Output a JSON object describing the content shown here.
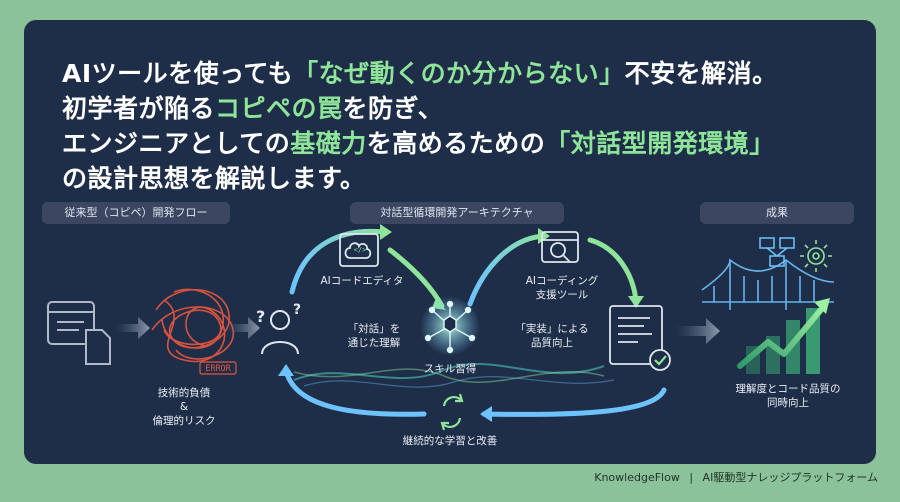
{
  "headline": {
    "line1_a": "AIツールを使っても",
    "line1_hl": "「なぜ動くのか分からない」",
    "line1_b": "不安を解消。",
    "line2_a": "初学者が陥る",
    "line2_hl": "コピペの罠",
    "line2_b": "を防ぎ、",
    "line3_a": "エンジニアとしての",
    "line3_hl1": "基礎力",
    "line3_b": "を高めるための",
    "line3_hl2": "「対話型開発環境」",
    "line4": "の設計思想を解説します。"
  },
  "sections": {
    "traditional": "従来型（コピペ）開発フロー",
    "dialogue": "対話型循環開発アーキテクチャ",
    "result": "成果"
  },
  "labels": {
    "error": "ERROR",
    "tech_debt_1": "技術的負債",
    "tech_debt_2": "&",
    "tech_debt_3": "倫理的リスク",
    "ai_editor": "AIコードエディタ",
    "ai_support_1": "AIコーディング",
    "ai_support_2": "支援ツール",
    "dialogue_1": "「対話」を",
    "dialogue_2": "通じた理解",
    "skill": "スキル習得",
    "implement_1": "「実装」による",
    "implement_2": "品質向上",
    "continuous": "継続的な学習と改善",
    "result_1": "理解度とコード品質の",
    "result_2": "同時向上",
    "question": "?"
  },
  "footer": {
    "brand": "KnowledgeFlow",
    "separator": "|",
    "tagline": "AI駆動型ナレッジプラットフォーム"
  },
  "colors": {
    "background": "#8cc29a",
    "card": "#1f2e48",
    "accent_green": "#8ee59a",
    "accent_blue": "#6ec3ff",
    "error_red": "#e0553f"
  }
}
